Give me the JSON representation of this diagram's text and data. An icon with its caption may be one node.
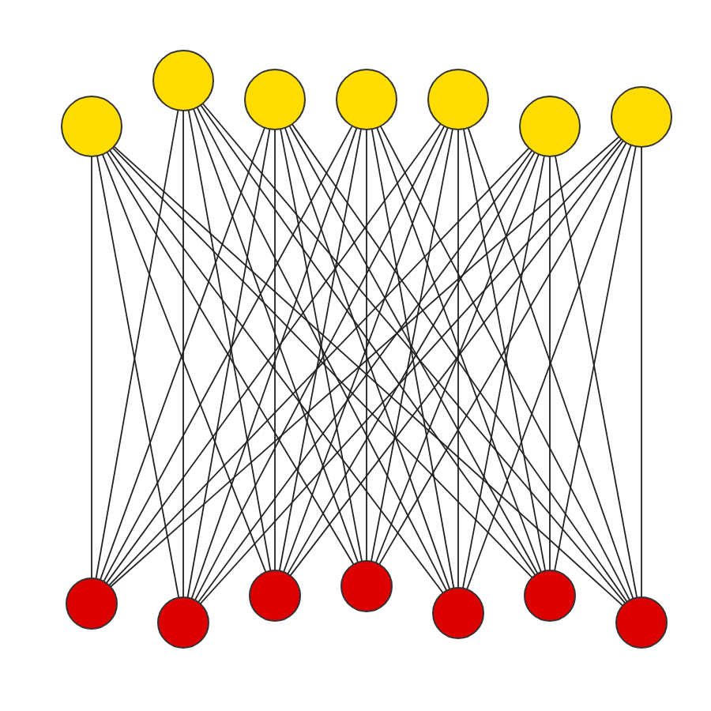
{
  "diagram": {
    "nodes": [
      {
        "text": [],
        "shape": "circle"
      },
      {
        "text": [],
        "shape": "circle"
      },
      {
        "text": [],
        "shape": "circle"
      },
      {
        "text": [],
        "shape": "circle"
      },
      {
        "text": [],
        "shape": "circle"
      },
      {
        "text": [],
        "shape": "circle"
      },
      {
        "text": [],
        "shape": "circle"
      },
      {
        "text": [],
        "shape": "circle"
      },
      {
        "text": [],
        "shape": "circle"
      },
      {
        "text": [],
        "shape": "circle"
      },
      {
        "text": [],
        "shape": "circle"
      },
      {
        "text": [],
        "shape": "circle"
      },
      {
        "text": [],
        "shape": "circle"
      },
      {
        "text": [],
        "shape": "circle"
      }
    ],
    "edges": [
      {
        "from": 0,
        "to": 7,
        "arrow": "none"
      },
      {
        "from": 0,
        "to": 8,
        "arrow": "none"
      },
      {
        "from": 0,
        "to": 9,
        "arrow": "none"
      },
      {
        "from": 0,
        "to": 10,
        "arrow": "none"
      },
      {
        "from": 0,
        "to": 11,
        "arrow": "none"
      },
      {
        "from": 0,
        "to": 12,
        "arrow": "none"
      },
      {
        "from": 0,
        "to": 13,
        "arrow": "none"
      },
      {
        "from": 1,
        "to": 7,
        "arrow": "none"
      },
      {
        "from": 1,
        "to": 8,
        "arrow": "none"
      },
      {
        "from": 1,
        "to": 9,
        "arrow": "none"
      },
      {
        "from": 1,
        "to": 10,
        "arrow": "none"
      },
      {
        "from": 1,
        "to": 11,
        "arrow": "none"
      },
      {
        "from": 1,
        "to": 12,
        "arrow": "none"
      },
      {
        "from": 1,
        "to": 13,
        "arrow": "none"
      },
      {
        "from": 2,
        "to": 7,
        "arrow": "none"
      },
      {
        "from": 2,
        "to": 8,
        "arrow": "none"
      },
      {
        "from": 2,
        "to": 9,
        "arrow": "none"
      },
      {
        "from": 2,
        "to": 10,
        "arrow": "none"
      },
      {
        "from": 2,
        "to": 11,
        "arrow": "none"
      },
      {
        "from": 2,
        "to": 12,
        "arrow": "none"
      },
      {
        "from": 2,
        "to": 13,
        "arrow": "none"
      },
      {
        "from": 3,
        "to": 7,
        "arrow": "none"
      },
      {
        "from": 3,
        "to": 8,
        "arrow": "none"
      },
      {
        "from": 3,
        "to": 9,
        "arrow": "none"
      },
      {
        "from": 3,
        "to": 10,
        "arrow": "none"
      },
      {
        "from": 3,
        "to": 11,
        "arrow": "none"
      },
      {
        "from": 3,
        "to": 12,
        "arrow": "none"
      },
      {
        "from": 3,
        "to": 13,
        "arrow": "none"
      },
      {
        "from": 4,
        "to": 7,
        "arrow": "none"
      },
      {
        "from": 4,
        "to": 8,
        "arrow": "none"
      },
      {
        "from": 4,
        "to": 9,
        "arrow": "none"
      },
      {
        "from": 4,
        "to": 10,
        "arrow": "none"
      },
      {
        "from": 4,
        "to": 11,
        "arrow": "none"
      },
      {
        "from": 4,
        "to": 12,
        "arrow": "none"
      },
      {
        "from": 4,
        "to": 13,
        "arrow": "none"
      },
      {
        "from": 5,
        "to": 7,
        "arrow": "none"
      },
      {
        "from": 5,
        "to": 8,
        "arrow": "none"
      },
      {
        "from": 5,
        "to": 9,
        "arrow": "none"
      },
      {
        "from": 5,
        "to": 10,
        "arrow": "none"
      },
      {
        "from": 5,
        "to": 11,
        "arrow": "none"
      },
      {
        "from": 5,
        "to": 12,
        "arrow": "none"
      },
      {
        "from": 5,
        "to": 13,
        "arrow": "none"
      },
      {
        "from": 6,
        "to": 7,
        "arrow": "none"
      },
      {
        "from": 6,
        "to": 8,
        "arrow": "none"
      },
      {
        "from": 6,
        "to": 9,
        "arrow": "none"
      },
      {
        "from": 6,
        "to": 10,
        "arrow": "none"
      },
      {
        "from": 6,
        "to": 11,
        "arrow": "none"
      },
      {
        "from": 6,
        "to": 12,
        "arrow": "none"
      },
      {
        "from": 6,
        "to": 13,
        "arrow": "none"
      }
    ]
  }
}
